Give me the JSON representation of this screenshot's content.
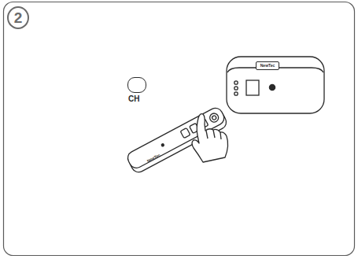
{
  "diagram": {
    "nodes": [
      {
        "text": [
          "2"
        ]
      },
      {
        "text": [
          "NewTec"
        ]
      },
      {
        "text": [
          "∧"
        ]
      }
    ],
    "labels": [
      "CH",
      "NewTec"
    ]
  }
}
